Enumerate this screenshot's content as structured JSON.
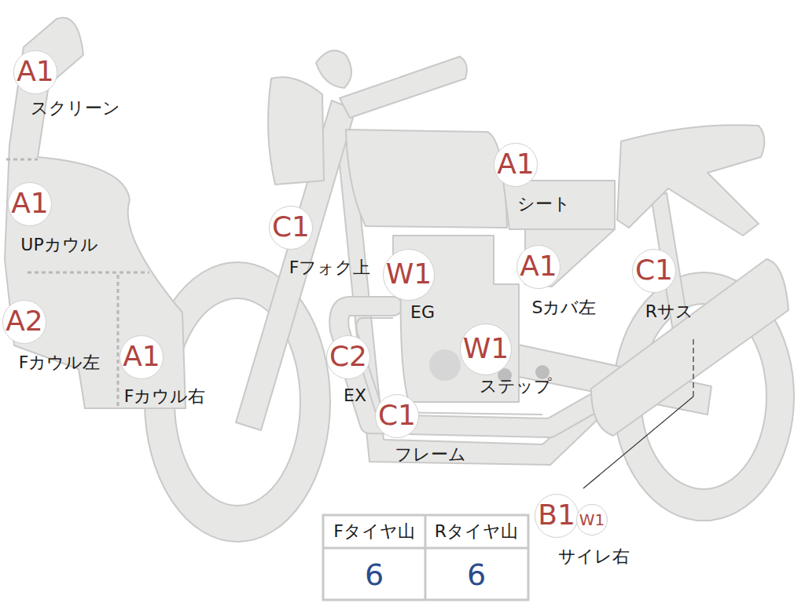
{
  "diagram": {
    "nodes": [
      {
        "text": [
          "A1",
          "スクリーン"
        ]
      },
      {
        "text": [
          "A1",
          "UPカウル"
        ]
      },
      {
        "text": [
          "A2",
          "Fカウル左"
        ]
      },
      {
        "text": [
          "A1",
          "Fカウル右"
        ]
      },
      {
        "text": [
          "C1",
          "Fフォク上"
        ]
      },
      {
        "text": [
          "W1",
          "EG"
        ]
      },
      {
        "text": [
          "C2",
          "EX"
        ]
      },
      {
        "text": [
          "W1",
          "ステップ"
        ]
      },
      {
        "text": [
          "C1",
          "フレーム"
        ]
      },
      {
        "text": [
          "A1",
          "シート"
        ]
      },
      {
        "text": [
          "A1",
          "Sカバ左"
        ]
      },
      {
        "text": [
          "C1",
          "Rサス"
        ]
      },
      {
        "text": [
          "B1",
          "サイレ右"
        ]
      },
      {
        "text": [
          "W1"
        ]
      }
    ],
    "labels": [
      "Fタイヤ山",
      "Rタイヤ山",
      "6",
      "6"
    ]
  }
}
